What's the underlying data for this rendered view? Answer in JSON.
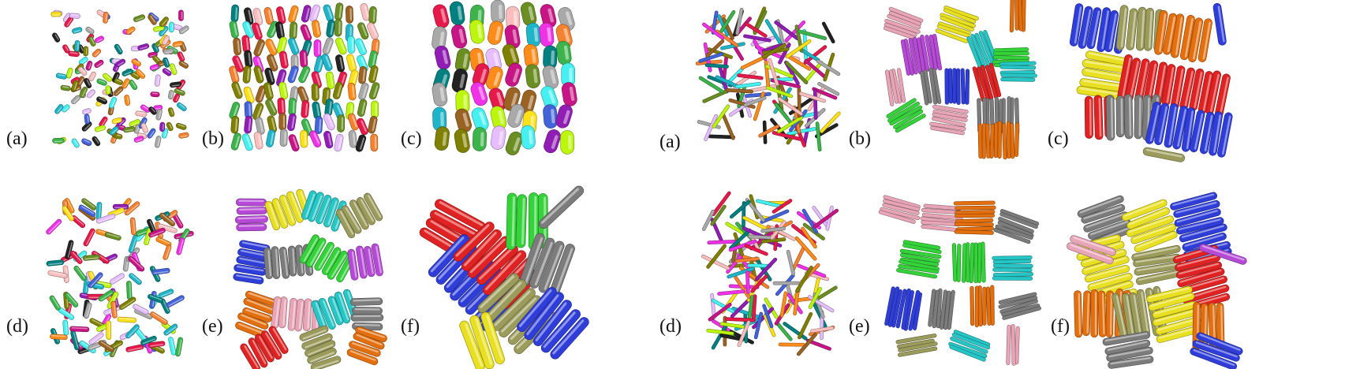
{
  "figures": [
    {
      "panels": [
        {
          "label": "(a)",
          "density": "sparse",
          "rod": "short"
        },
        {
          "label": "(b)",
          "density": "dense",
          "rod": "short"
        },
        {
          "label": "(c)",
          "density": "dense",
          "rod": "short-thick"
        },
        {
          "label": "(d)",
          "density": "sparse",
          "rod": "medium"
        },
        {
          "label": "(e)",
          "density": "dense",
          "rod": "medium"
        },
        {
          "label": "(f)",
          "density": "dense-aligned",
          "rod": "long-thick"
        }
      ]
    },
    {
      "panels": [
        {
          "label": "(a)",
          "density": "sparse",
          "rod": "long-thin"
        },
        {
          "label": "(b)",
          "density": "dense-aligned",
          "rod": "long-thin"
        },
        {
          "label": "(c)",
          "density": "dense-aligned",
          "rod": "long-thick"
        },
        {
          "label": "(d)",
          "density": "sparse",
          "rod": "long-thin"
        },
        {
          "label": "(e)",
          "density": "dense-aligned",
          "rod": "long-thin"
        },
        {
          "label": "(f)",
          "density": "dense-aligned",
          "rod": "long-thick"
        }
      ]
    }
  ],
  "palette": [
    "#e6194b",
    "#3cb44b",
    "#ffe119",
    "#4363d8",
    "#f58231",
    "#911eb4",
    "#46f0f0",
    "#f032e6",
    "#bcf60c",
    "#fabebe",
    "#008080",
    "#e6beff",
    "#9a6324",
    "#808000",
    "#222222",
    "#a9a9a9",
    "#1fb5c9",
    "#ff8c1a",
    "#6b8e23",
    "#c71585"
  ],
  "cluster_palette": [
    "#2f3ed8",
    "#e02222",
    "#7c7c7c",
    "#e8e020",
    "#e36f0e",
    "#35d33a",
    "#9b9b5b",
    "#e8a5b8",
    "#26c6c6",
    "#b64ad6"
  ]
}
